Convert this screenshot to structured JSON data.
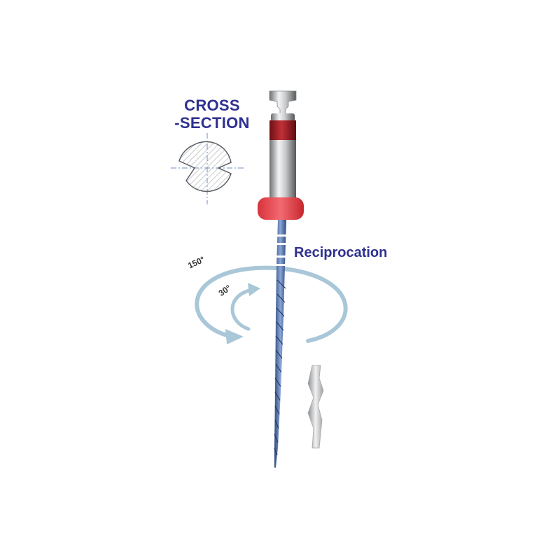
{
  "cross_section": {
    "title_line1": "CROSS",
    "title_line2": "-SECTION"
  },
  "motion": {
    "label": "Reciprocation",
    "angle_large": "150°",
    "angle_small": "30°"
  },
  "colors": {
    "title_blue": "#2e3190",
    "arrow_blue": "#a9c7d8",
    "handle_red": "#9b1b21",
    "stopper_red": "#e8424a",
    "blade_blue": "#4f6fa6"
  }
}
